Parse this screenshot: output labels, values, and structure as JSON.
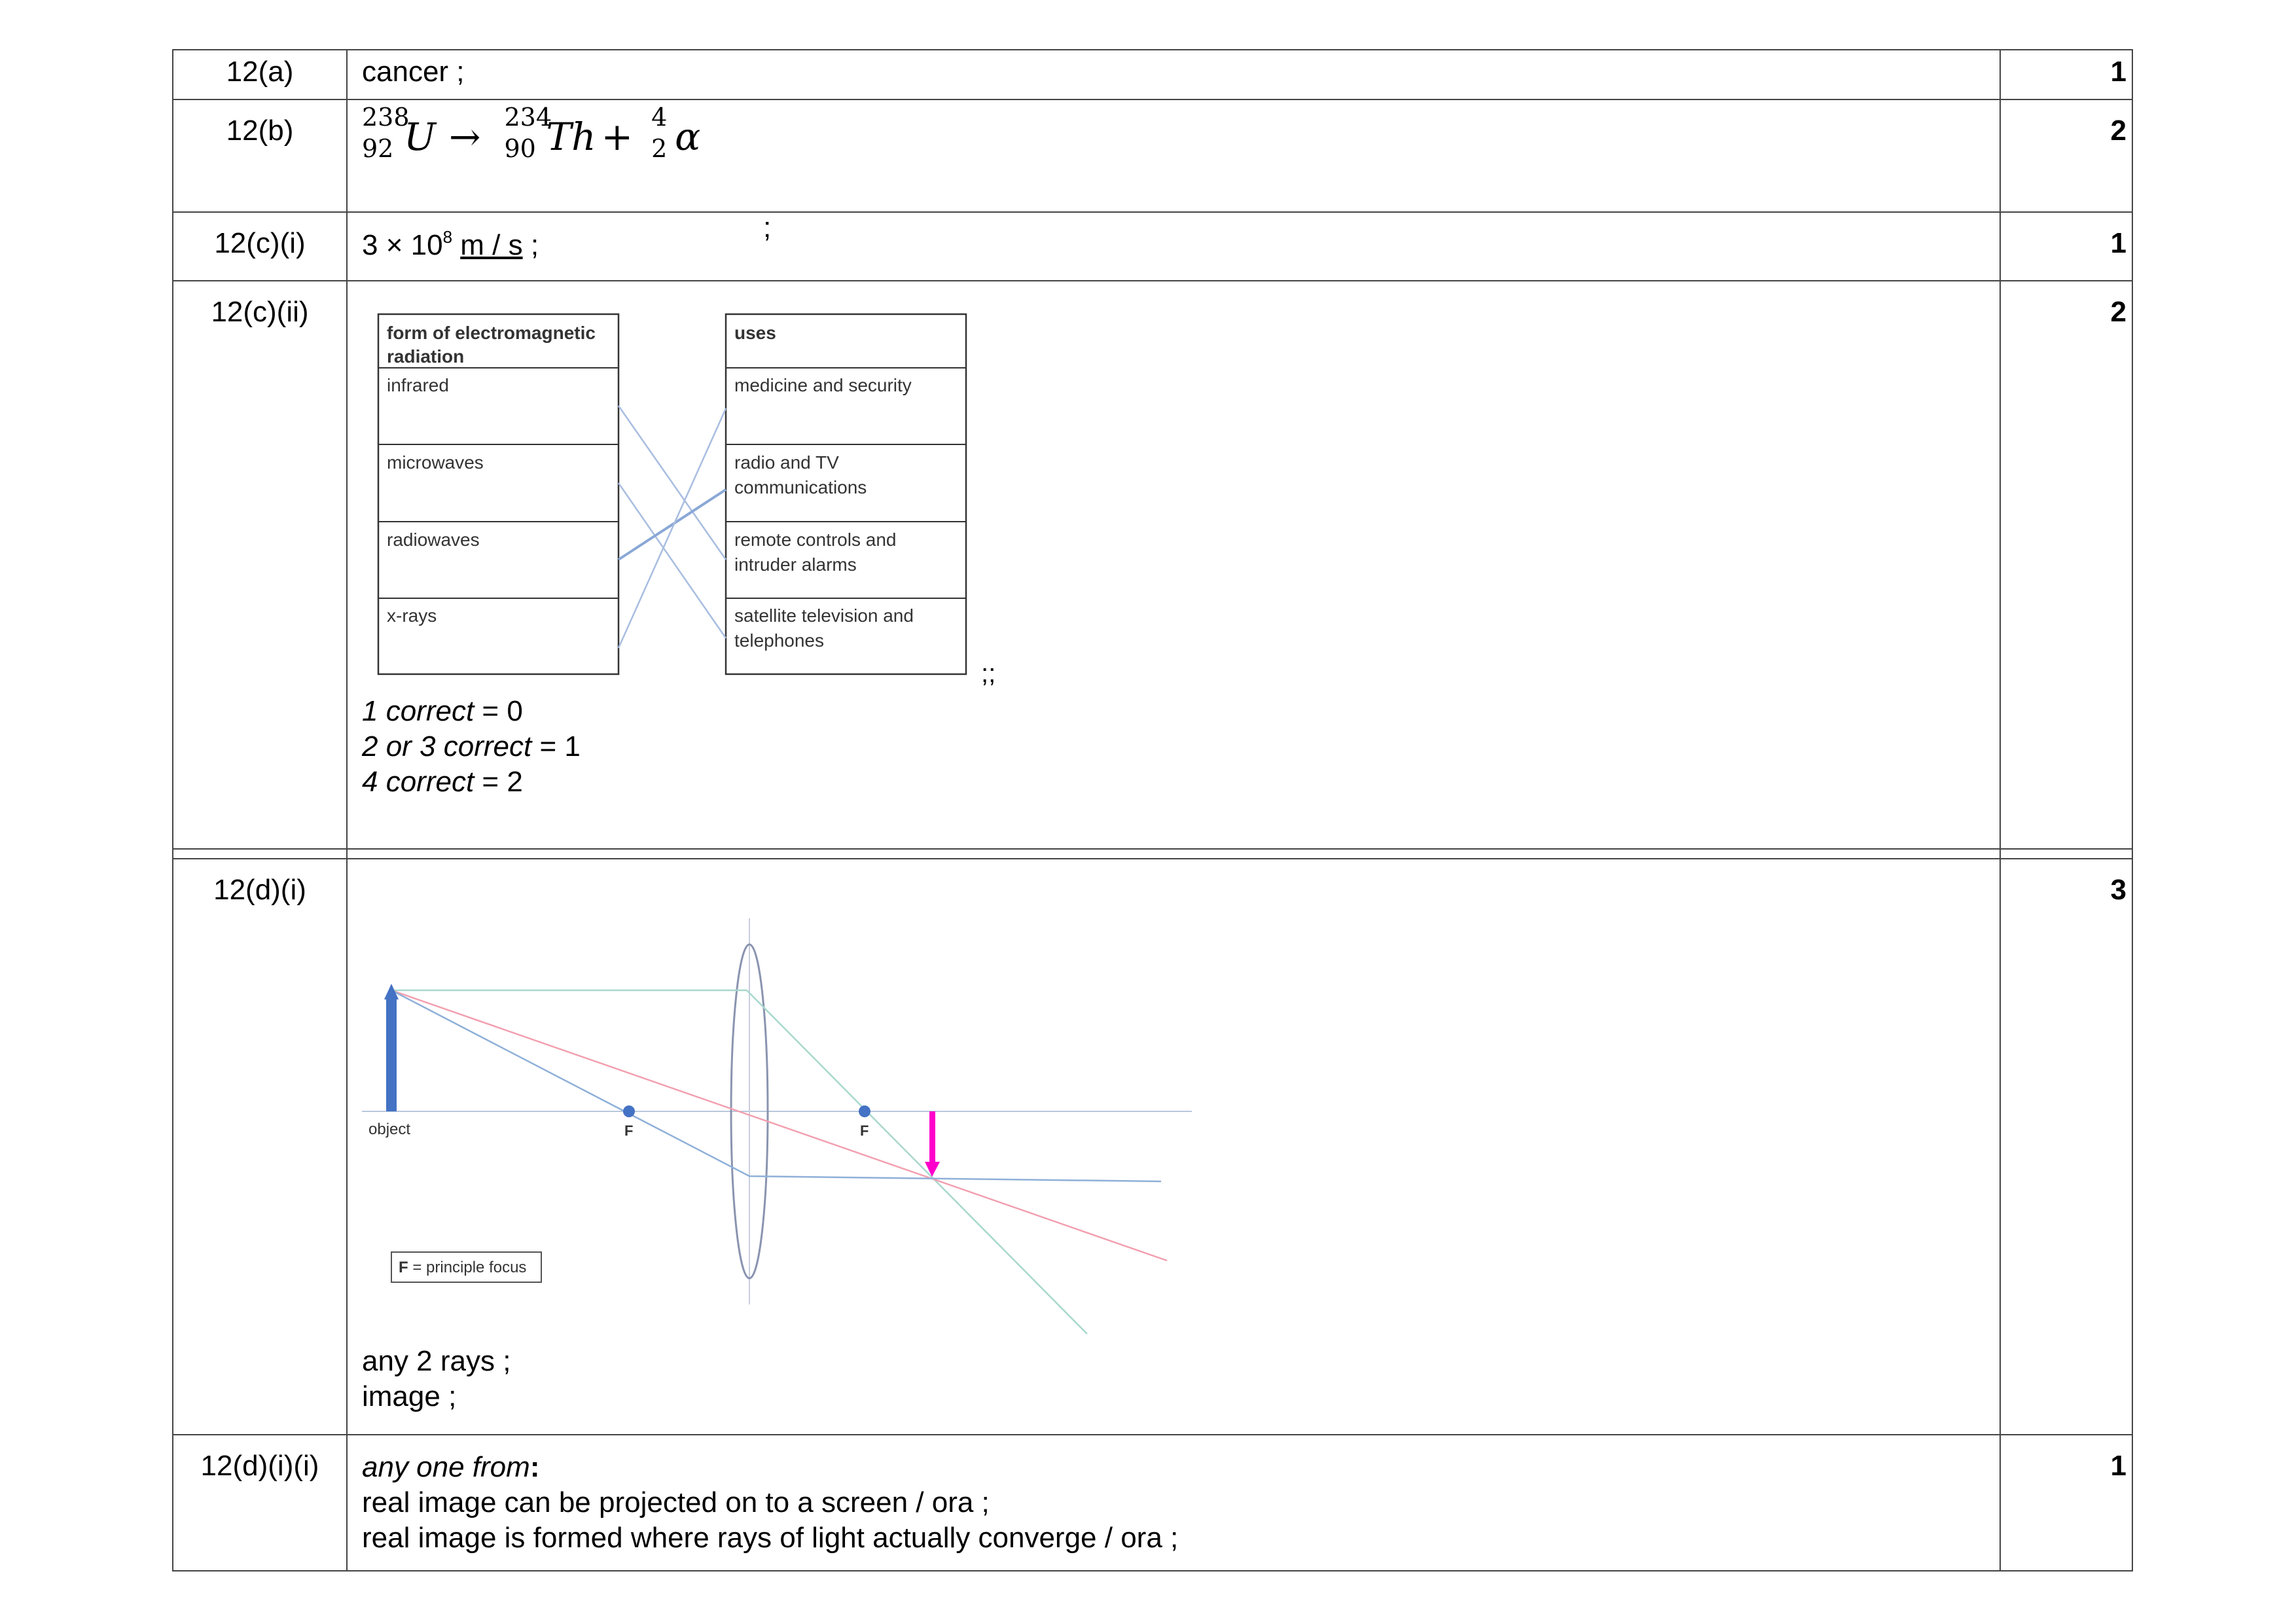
{
  "rows": [
    {
      "question": "12(a)",
      "answer": "cancer ;",
      "mark": "1"
    },
    {
      "question": "12(b)",
      "mark": "2",
      "equation": {
        "u": {
          "mass": "238",
          "atomic": "92",
          "symbol": "U"
        },
        "arrow": "→",
        "th": {
          "mass": "234",
          "atomic": "90",
          "symbol": "Th"
        },
        "plus": "+",
        "alpha": {
          "mass": "4",
          "atomic": "2",
          "symbol": "α"
        },
        "semicolon": ";"
      }
    },
    {
      "question": "12(c)(i)",
      "mark": "1",
      "answer_parts": {
        "pre": "3 × 10",
        "exp": "8",
        "unit": "m / s",
        "post": " ;"
      }
    },
    {
      "question": "12(c)(ii)",
      "mark": "2",
      "matching": {
        "left_header_line1": "form of electromagnetic",
        "left_header_line2": "radiation",
        "left_items": [
          "infrared",
          "microwaves",
          "radiowaves",
          "x-rays"
        ],
        "right_header": "uses",
        "right_items": [
          [
            "medicine and security",
            ""
          ],
          [
            "radio and TV",
            "communications"
          ],
          [
            "remote controls and",
            "intruder alarms"
          ],
          [
            "satellite television and",
            "telephones"
          ]
        ],
        "semicolons": ";;"
      },
      "scoring": [
        {
          "label": "1 correct",
          "value": " = 0"
        },
        {
          "label": "2 or 3 correct",
          "value": " = 1"
        },
        {
          "label": "4 correct",
          "value": " = 2"
        }
      ]
    },
    {
      "question": "12(d)(i)",
      "mark": "3",
      "diagram": {
        "object_label": "object",
        "focus_label_1": "F",
        "focus_label_2": "F",
        "key_bold": "F",
        "key_text": " = principle focus",
        "colors": {
          "object": "#4472c4",
          "image": "#ff00cc",
          "ray_blue": "#8fb0d8",
          "ray_red": "#f2a0b0",
          "ray_green": "#a8d8cc",
          "axis": "#b8c8dc",
          "lens": "#8a94b0"
        }
      },
      "lines": [
        "any 2 rays ;",
        "image ;"
      ]
    },
    {
      "question": "12(d)(i)(i)",
      "mark": "1",
      "intro": "any one from",
      "intro_colon": ":",
      "lines": [
        "real image can be projected on to a screen / ora ;",
        "real image is formed where rays of light actually converge / ora ;"
      ]
    }
  ]
}
